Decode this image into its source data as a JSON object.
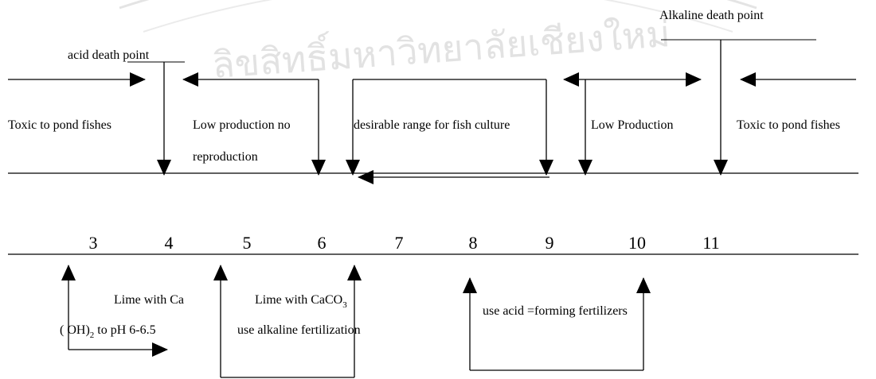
{
  "watermark": {
    "text": "ลิขสิทธิ์มหาวิทยาลัยเชียงใหม่",
    "color": "#c9c9c9"
  },
  "labels": {
    "acid_death_point": "acid death  point",
    "alkaline_death_point": "Alkaline death  point",
    "toxic_left": "Toxic to pond fishes",
    "low_prod_left_line1": "Low production no",
    "low_prod_left_line2": "reproduction",
    "desirable_range": "desirable  range for  fish culture",
    "low_prod_right": "Low Production",
    "toxic_right": "Toxic to pond fishes"
  },
  "ph_scale": [
    "3",
    "4",
    "5",
    "6",
    "7",
    "8",
    "9",
    "10",
    "11"
  ],
  "treatments": {
    "lime_caoh_line1": "Lime with Ca",
    "lime_caoh_line2": "( OH)",
    "lime_caoh_line2_sub": "2",
    "lime_caoh_line2_tail": " to pH 6-6.5",
    "lime_caco3_line1": "Lime with CaCO",
    "lime_caco3_line1_sub": "3",
    "lime_caco3_line2": "use alkaline fertilization",
    "acid_fertilizers": "use acid =forming fertilizers"
  },
  "colors": {
    "line": "#000000",
    "text": "#000000"
  }
}
